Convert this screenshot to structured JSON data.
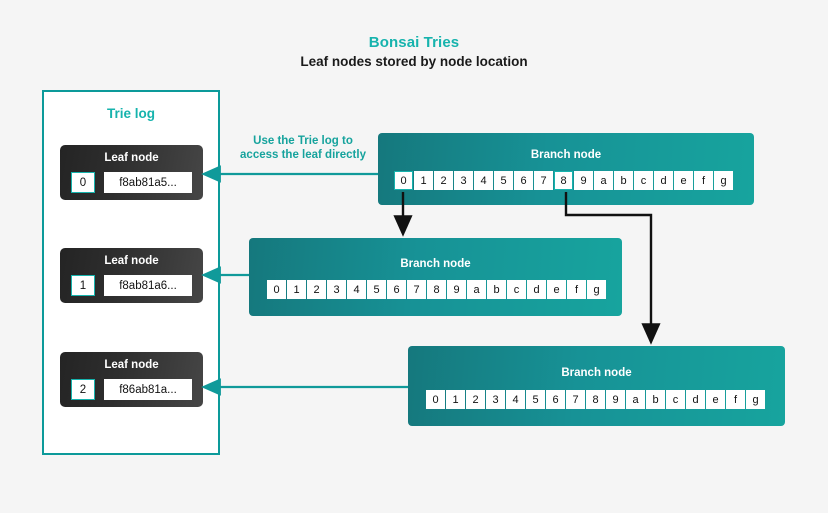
{
  "header": {
    "title": "Bonsai Tries",
    "subtitle": "Leaf nodes stored by node location"
  },
  "colors": {
    "background": "#f5f5f5",
    "accent_teal": "#16b3ad",
    "panel_border": "#0c9a9a",
    "branch_fill_dark": "#15787d",
    "branch_fill_light": "#17a49e",
    "leaf_card_dark": "#242424",
    "arrow_black": "#111111",
    "arrow_teal": "#109a9a"
  },
  "trie_log": {
    "title": "Trie log",
    "leaves": [
      {
        "name": "Leaf node",
        "index": "0",
        "hash": "f8ab81a5..."
      },
      {
        "name": "Leaf node",
        "index": "1",
        "hash": "f8ab81a6..."
      },
      {
        "name": "Leaf node",
        "index": "2",
        "hash": "f86ab81a..."
      }
    ]
  },
  "annotation": {
    "line1": "Use the Trie log to",
    "line2": "access the leaf directly"
  },
  "branch_nodes": [
    {
      "title": "Branch node",
      "cells": [
        "0",
        "1",
        "2",
        "3",
        "4",
        "5",
        "6",
        "7",
        "8",
        "9",
        "a",
        "b",
        "c",
        "d",
        "e",
        "f",
        "g"
      ],
      "highlighted": [
        "0",
        "8"
      ]
    },
    {
      "title": "Branch node",
      "cells": [
        "0",
        "1",
        "2",
        "3",
        "4",
        "5",
        "6",
        "7",
        "8",
        "9",
        "a",
        "b",
        "c",
        "d",
        "e",
        "f",
        "g"
      ],
      "highlighted": []
    },
    {
      "title": "Branch node",
      "cells": [
        "0",
        "1",
        "2",
        "3",
        "4",
        "5",
        "6",
        "7",
        "8",
        "9",
        "a",
        "b",
        "c",
        "d",
        "e",
        "f",
        "g"
      ],
      "highlighted": []
    }
  ]
}
